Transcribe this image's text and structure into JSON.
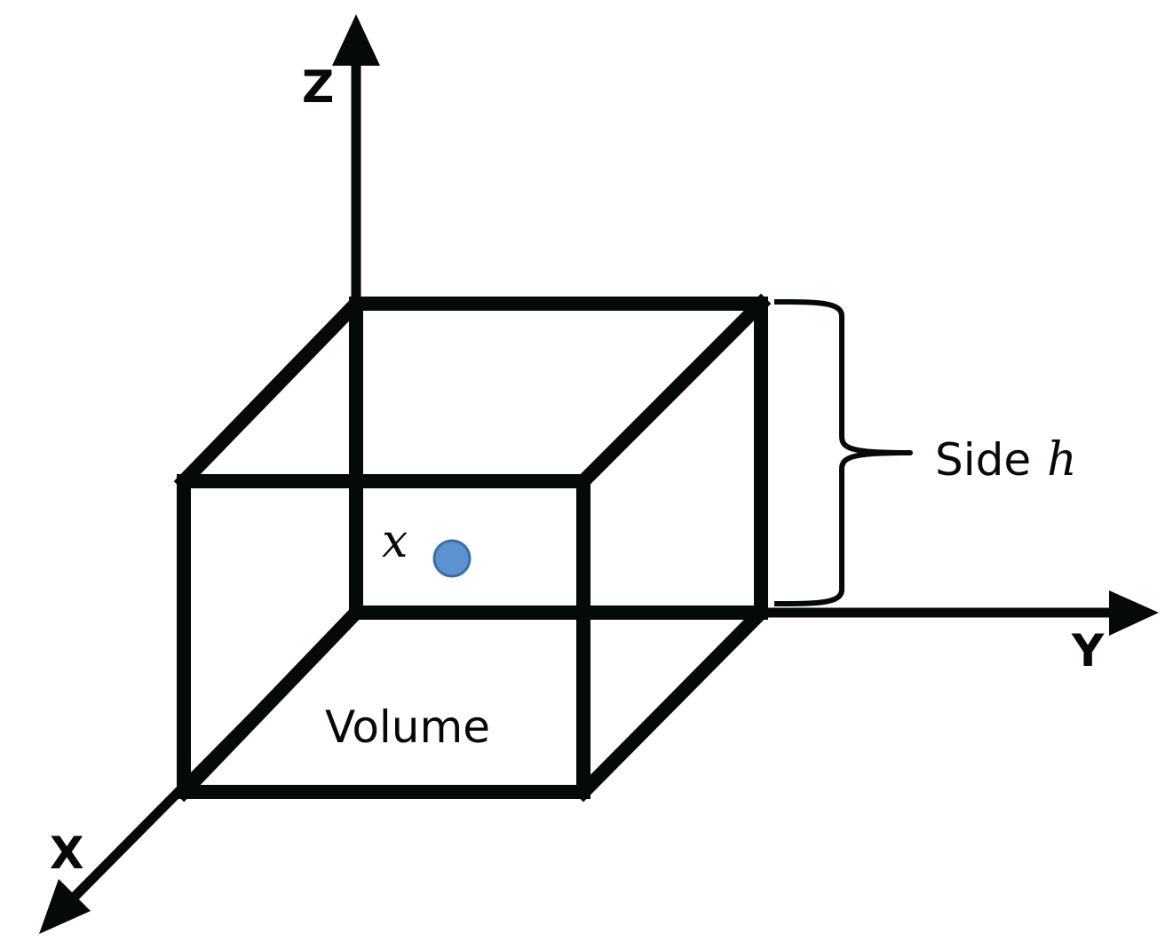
{
  "axes": {
    "x_label": "X",
    "y_label": "Y",
    "z_label": "Z"
  },
  "cube": {
    "volume_label": "Volume",
    "side_label": "Side",
    "side_symbol": "h"
  },
  "point": {
    "label": "x",
    "color": "#5b92cf",
    "stroke_color": "#3f6ea6"
  },
  "colors": {
    "line": "#060909",
    "background": "#ffffff"
  }
}
